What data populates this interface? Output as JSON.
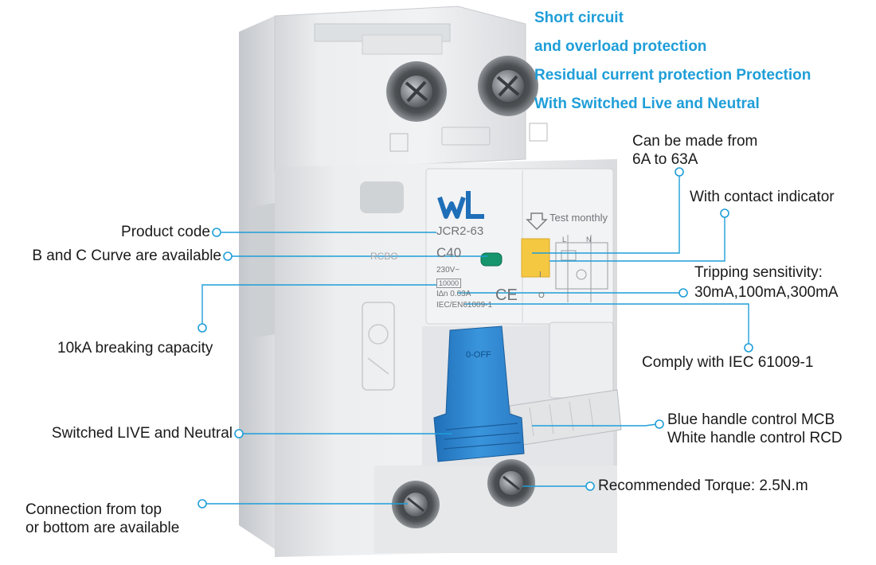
{
  "headline": [
    "Short circuit",
    "and overload protection",
    "Residual current protection Protection",
    "With Switched Live and Neutral"
  ],
  "callouts": {
    "product_code": "Product code",
    "curves": "B and C Curve are available",
    "breaking": "10kA breaking capacity",
    "switched": "Switched LIVE and Neutral",
    "connection_1": "Connection from top",
    "connection_2": "or bottom are available",
    "range_1": "Can be made from",
    "range_2": "6A to 63A",
    "indicator": "With contact indicator",
    "tripping_1": "Tripping sensitivity:",
    "tripping_2": "30mA,100mA,300mA",
    "iec": "Comply with IEC 61009-1",
    "handle_1": "Blue handle control MCB",
    "handle_2": "White handle control RCD",
    "torque": "Recommended  Torque: 2.5N.m"
  },
  "device": {
    "model": "JCR2-63",
    "rating": "C40",
    "voltage": "230V~",
    "capacity": "10000",
    "sensitivity": "I∆n 0.03A",
    "standard": "IEC/EN61009-1",
    "ce_mark": "CE",
    "test": "Test monthly",
    "type": "RCBO",
    "off_label": "0-OFF",
    "terminal_l": "L",
    "terminal_n": "N",
    "switch_i": "I",
    "switch_o": "O"
  },
  "colors": {
    "headline": "#1f9ed8",
    "callout_line": "#1f9ed8",
    "handle_blue": "#2d86d0",
    "handle_white": "#e2e4e6",
    "indicator": "#f5c842",
    "body": "#e9eaec"
  },
  "icons": [
    "brand-logo-icon",
    "test-arrow-icon",
    "ce-mark-icon",
    "screw-terminal-icon"
  ]
}
